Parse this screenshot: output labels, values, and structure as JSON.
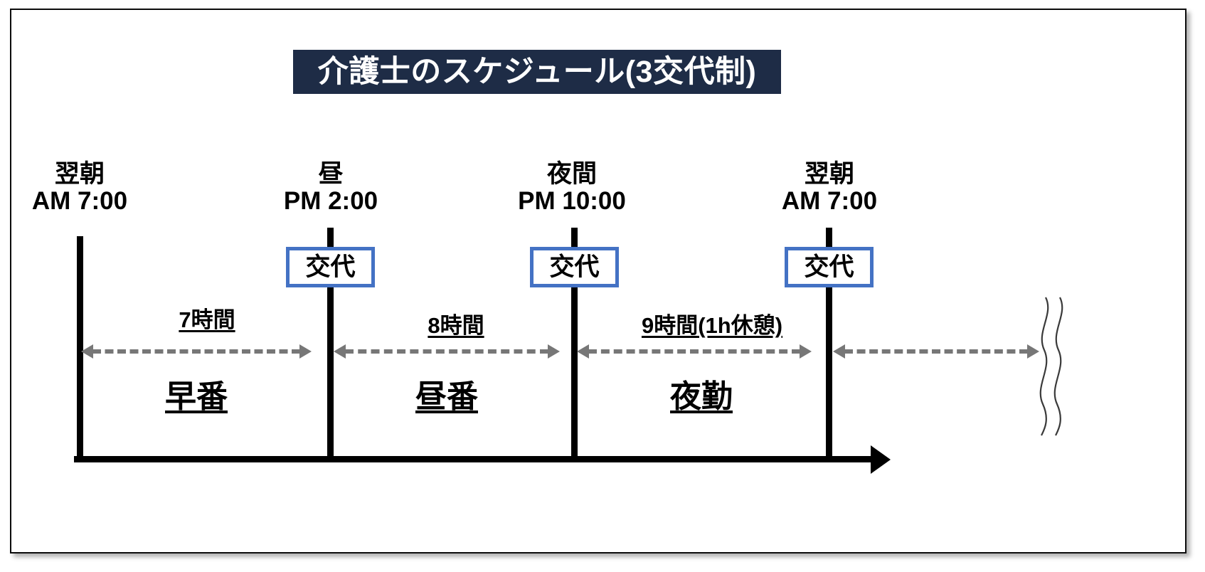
{
  "title": {
    "text": "介護士のスケジュール(3交代制)",
    "banner_color": "#1e2c46",
    "text_color": "#ffffff"
  },
  "colors": {
    "badge_border": "#4472c4",
    "axis": "#000000",
    "arrow": "#777777",
    "canvas": "#ffffff"
  },
  "timeline": {
    "markers": [
      {
        "name": "marker-morning-start",
        "day": "翌朝",
        "clock": "AM 7:00",
        "has_badge": false,
        "badge_label": ""
      },
      {
        "name": "marker-noon",
        "day": "昼",
        "clock": "PM 2:00",
        "has_badge": true,
        "badge_label": "交代"
      },
      {
        "name": "marker-night",
        "day": "夜間",
        "clock": "PM 10:00",
        "has_badge": true,
        "badge_label": "交代"
      },
      {
        "name": "marker-morning-end",
        "day": "翌朝",
        "clock": "AM 7:00",
        "has_badge": true,
        "badge_label": "交代"
      }
    ],
    "segments": [
      {
        "name": "segment-early",
        "duration": "7時間",
        "shift": "早番"
      },
      {
        "name": "segment-day",
        "duration": "8時間",
        "shift": "昼番"
      },
      {
        "name": "segment-night",
        "duration": "9時間(1h休憩)",
        "shift": "夜勤"
      },
      {
        "name": "segment-next",
        "duration": "",
        "shift": ""
      }
    ]
  }
}
